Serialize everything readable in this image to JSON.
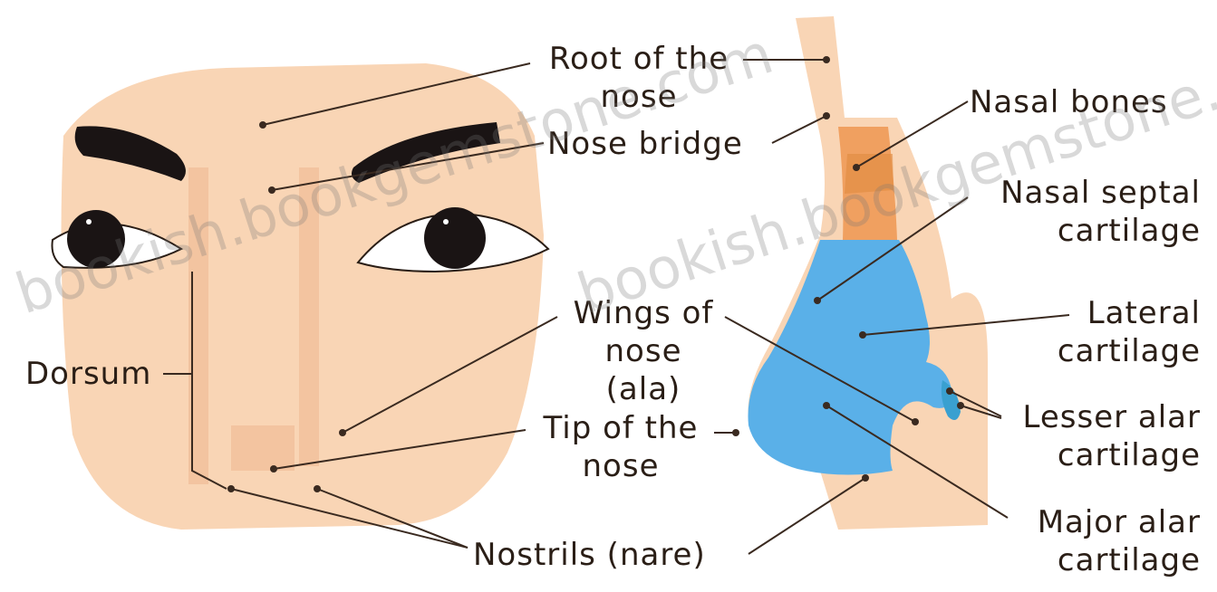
{
  "labels": {
    "root_of_nose": "Root of the\nnose",
    "nose_bridge": "Nose bridge",
    "nasal_bones": "Nasal bones",
    "nasal_septal_cartilage": "Nasal septal\ncartilage",
    "wings_of_nose": "Wings of\nnose\n(ala)",
    "lateral_cartilage": "Lateral\ncartilage",
    "dorsum": "Dorsum",
    "lesser_alar_cartilage": "Lesser alar\ncartilage",
    "tip_of_nose": "Tip of the\nnose",
    "major_alar_cartilage": "Major alar\ncartilage",
    "nostrils": "Nostrils (nare)"
  },
  "watermark": "bookish.bookgemstone.com",
  "colors": {
    "skin": "#f9d5b5",
    "skin_shade": "#f3c4a0",
    "eyebrow": "#1a1414",
    "nasal_bone": "#f0a060",
    "cartilage": "#5ab0e8",
    "leader": "#3a2a20",
    "text": "#2a1e16"
  }
}
